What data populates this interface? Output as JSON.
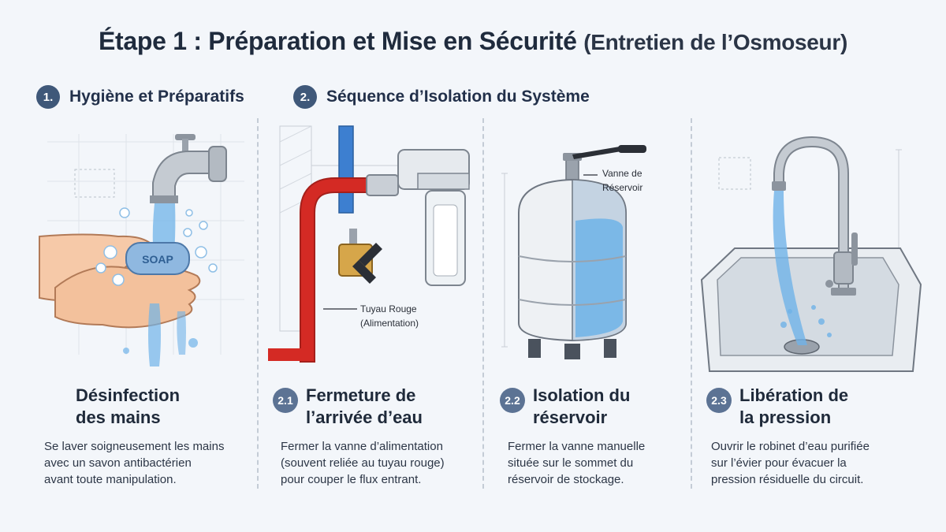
{
  "title": {
    "main": "Étape 1 : Préparation et Mise en Sécurité",
    "sub": "(Entretien de l’Osmoseur)"
  },
  "sections": [
    {
      "number": "1.",
      "label": "Hygiène et Préparatifs"
    },
    {
      "number": "2.",
      "label": "Séquence d’Isolation du Système"
    }
  ],
  "illustrations": {
    "soap_label": "SOAP",
    "pipe_callout_line1": "Tuyau Rouge",
    "pipe_callout_line2": "(Alimentation)",
    "valve_callout_line1": "Vanne de",
    "valve_callout_line2": "Réservoir"
  },
  "steps": [
    {
      "badge": "",
      "title_line1": "Désinfection",
      "title_line2": "des mains",
      "description": "Se laver soigneusement les mains\navec un savon antibactérien\navant toute manipulation."
    },
    {
      "badge": "2.1",
      "title_line1": "Fermeture de",
      "title_line2": "l’arrivée d’eau",
      "description": "Fermer la vanne d’alimentation\n(souvent reliée au tuyau rouge)\npour couper le flux entrant."
    },
    {
      "badge": "2.2",
      "title_line1": "Isolation du",
      "title_line2": "réservoir",
      "description": "Fermer la vanne manuelle\nsituée sur le sommet du\nréservoir de stockage."
    },
    {
      "badge": "2.3",
      "title_line1": "Libération de",
      "title_line2": "la pression",
      "description": "Ouvrir le robinet d’eau purifiée\nsur l’évier pour évacuer la\npression résiduelle du circuit."
    }
  ],
  "colors": {
    "badge_dark": "#3f5879",
    "badge_light": "#5c7394",
    "pipe_red": "#d42a24",
    "pipe_blue": "#3d7fd0",
    "water": "#6fb3e8"
  }
}
